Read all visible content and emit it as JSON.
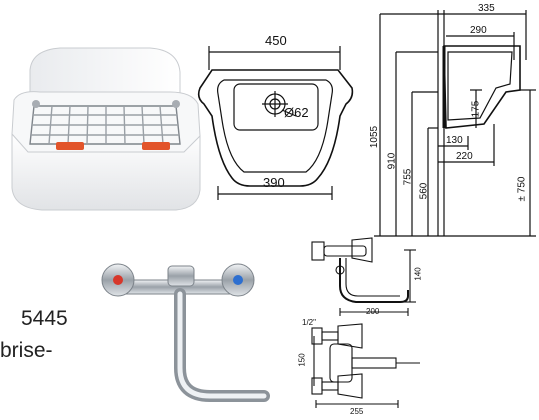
{
  "photos": {
    "sink_name": "white-wall-sink-with-grid-photo",
    "faucet_name": "chrome-wall-mixer-faucet-photo"
  },
  "top_view": {
    "width_top": "450",
    "width_bottom": "390",
    "drain_diameter": "Ø62"
  },
  "side_view": {
    "depth_outer": "335",
    "depth_inner": "290",
    "bowl_height": "175",
    "projection_a": "130",
    "projection_b": "220",
    "height_total": "1055",
    "height_910": "910",
    "height_755": "755",
    "height_560": "560",
    "height_pm750": "± 750"
  },
  "faucet_drawing": {
    "spout_height": "140",
    "spout_reach": "200",
    "thread": "1/2\"",
    "center_distance": "150",
    "width": "255"
  },
  "text": {
    "code": "5445",
    "word": "brise-"
  },
  "colors": {
    "line": "#111111",
    "sink_white": "#f4f4f4",
    "accent_red": "#e2542a",
    "chrome": "#b9bec4"
  }
}
